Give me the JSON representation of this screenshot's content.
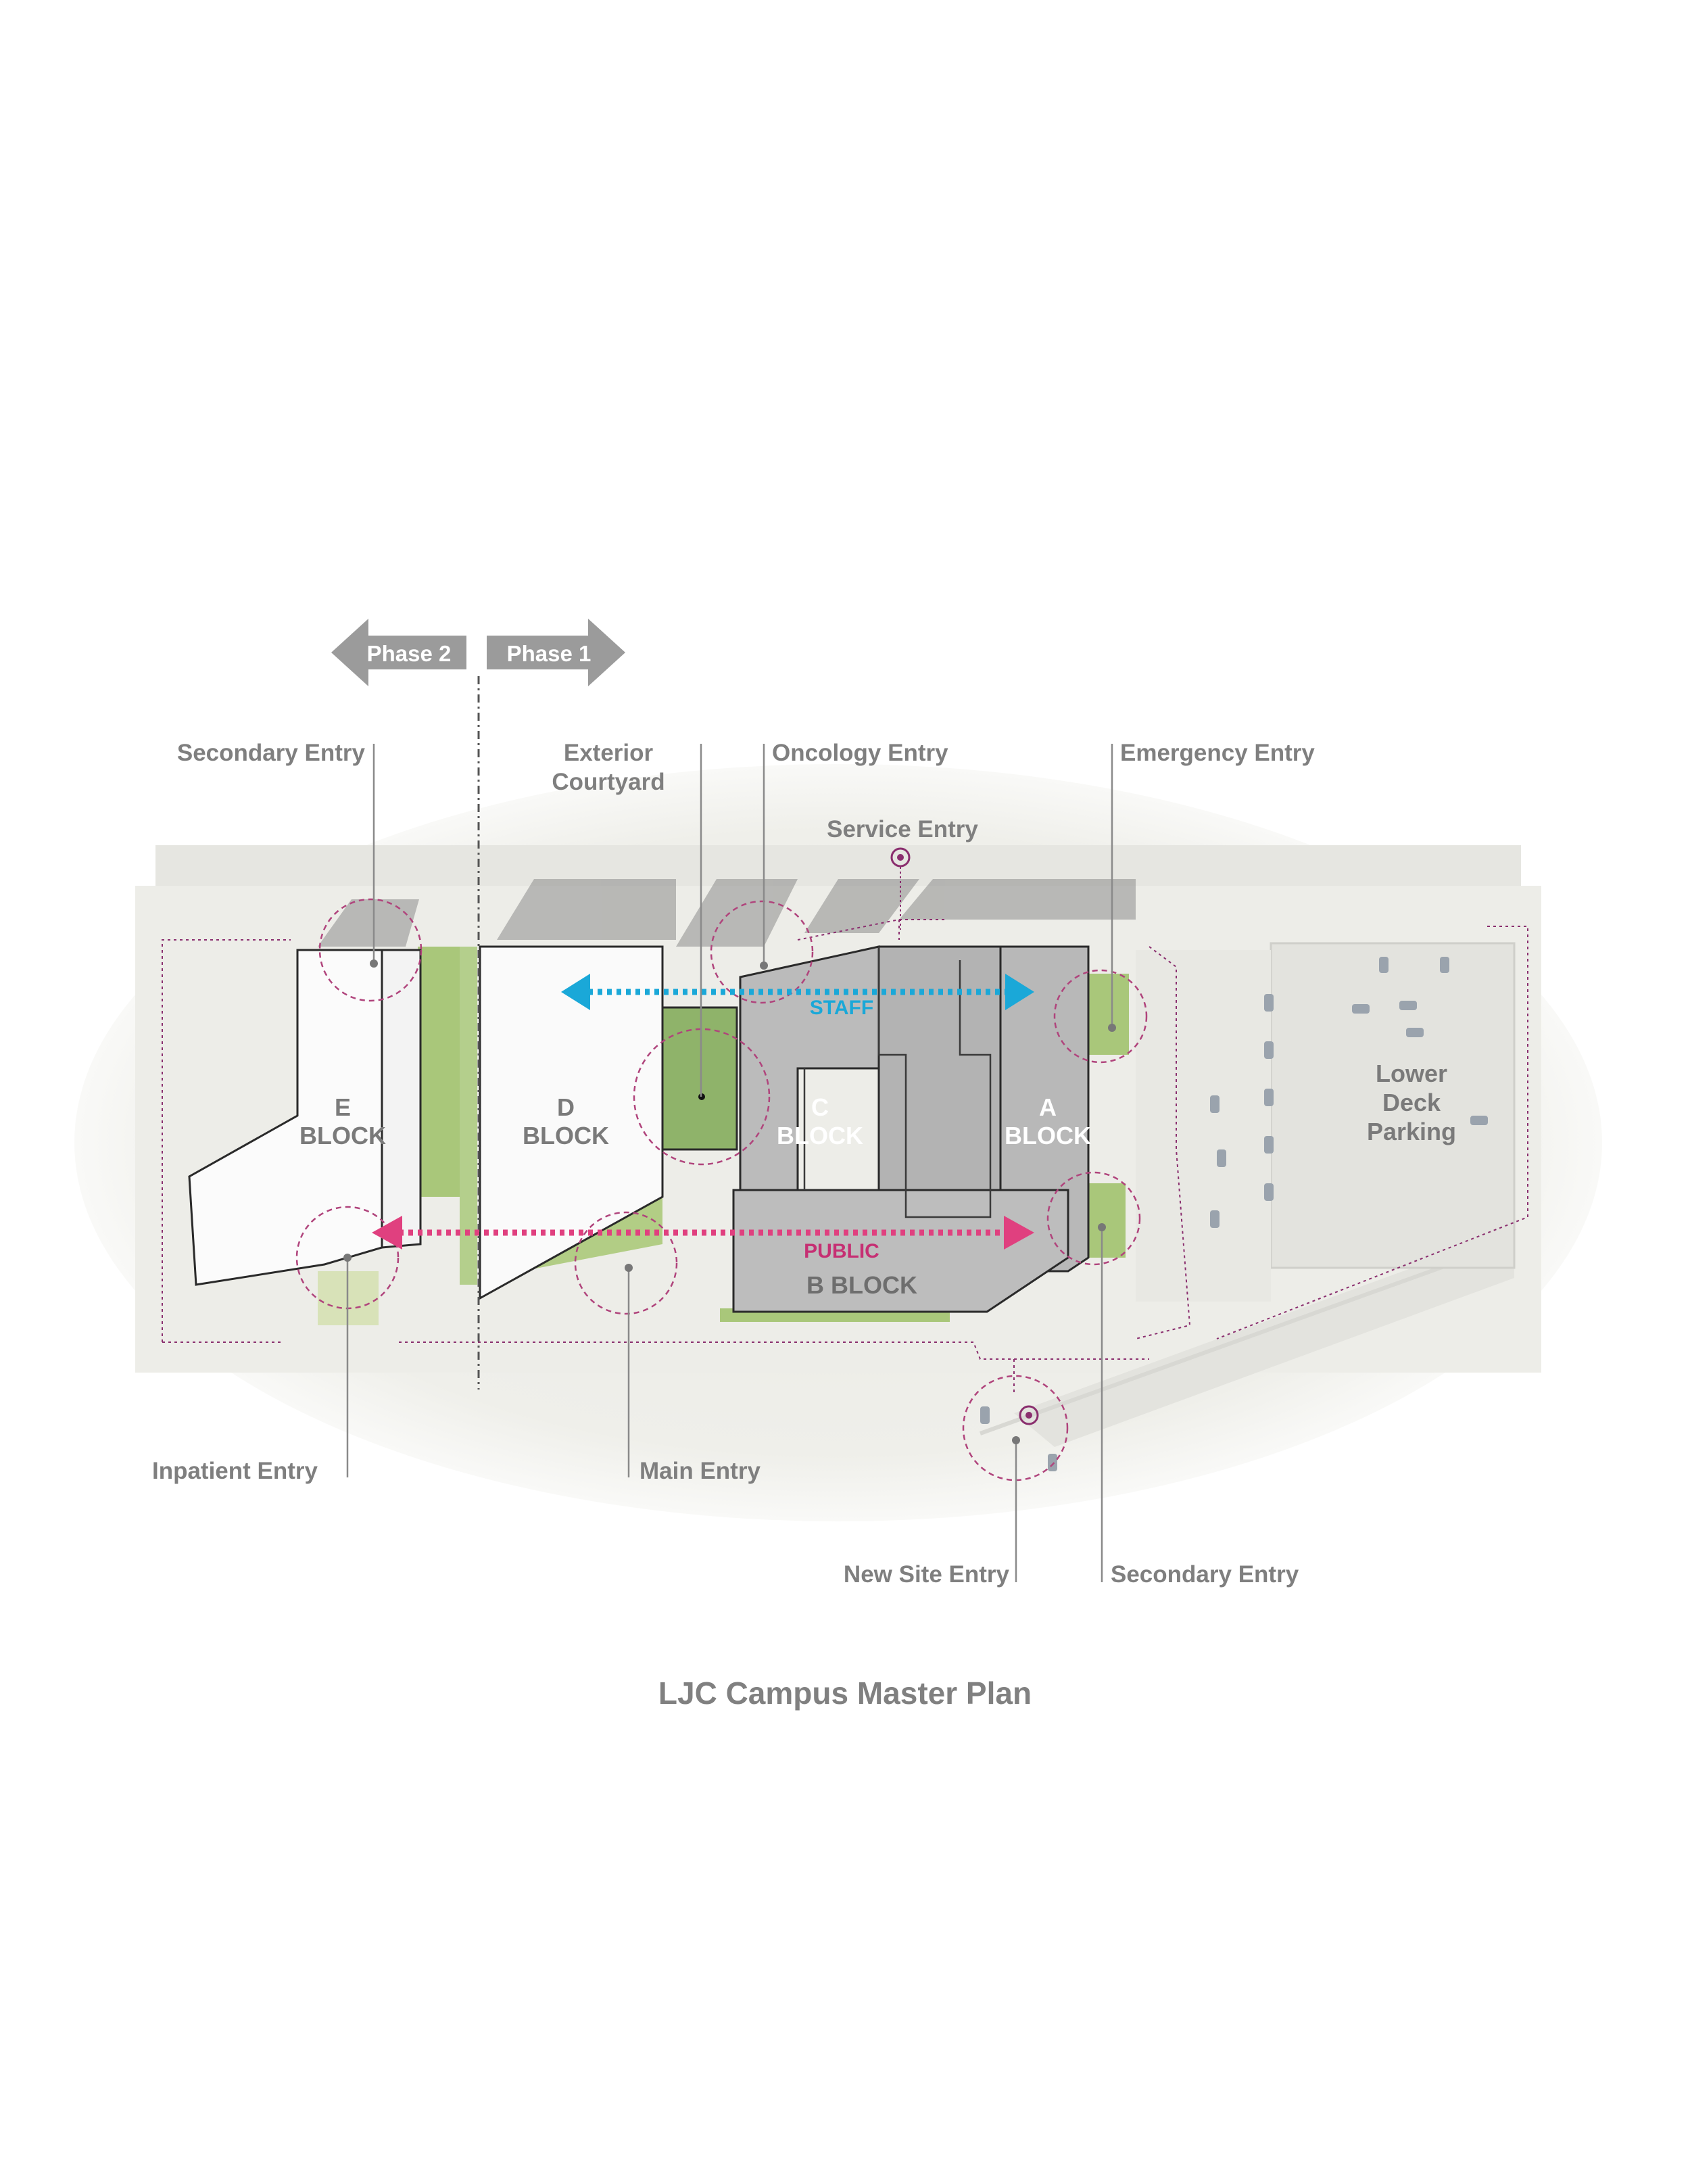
{
  "title": "LJC Campus Master Plan",
  "phases": {
    "phase2": "Phase 2",
    "phase1": "Phase 1"
  },
  "labels": {
    "secondary_entry_top": "Secondary Entry",
    "exterior_courtyard": [
      "Exterior",
      "Courtyard"
    ],
    "oncology_entry": "Oncology Entry",
    "emergency_entry": "Emergency Entry",
    "service_entry": "Service Entry",
    "inpatient_entry": "Inpatient Entry",
    "main_entry": "Main Entry",
    "new_site_entry": "New Site Entry",
    "secondary_entry_bottom": "Secondary Entry"
  },
  "blocks": {
    "e": [
      "E",
      "BLOCK"
    ],
    "d": [
      "D",
      "BLOCK"
    ],
    "c": [
      "C",
      "BLOCK"
    ],
    "a": [
      "A",
      "BLOCK"
    ],
    "b": "B BLOCK"
  },
  "parking": [
    "Lower",
    "Deck",
    "Parking"
  ],
  "flows": {
    "staff": "STAFF",
    "public": "PUBLIC"
  },
  "colors": {
    "staff": "#1aa8d8",
    "public": "#e0407f",
    "entry_marker": "#8a2e6e",
    "building_gray": "#b8b8b8",
    "label_gray": "#7f7f7f",
    "landscape": "#a9c77a"
  }
}
